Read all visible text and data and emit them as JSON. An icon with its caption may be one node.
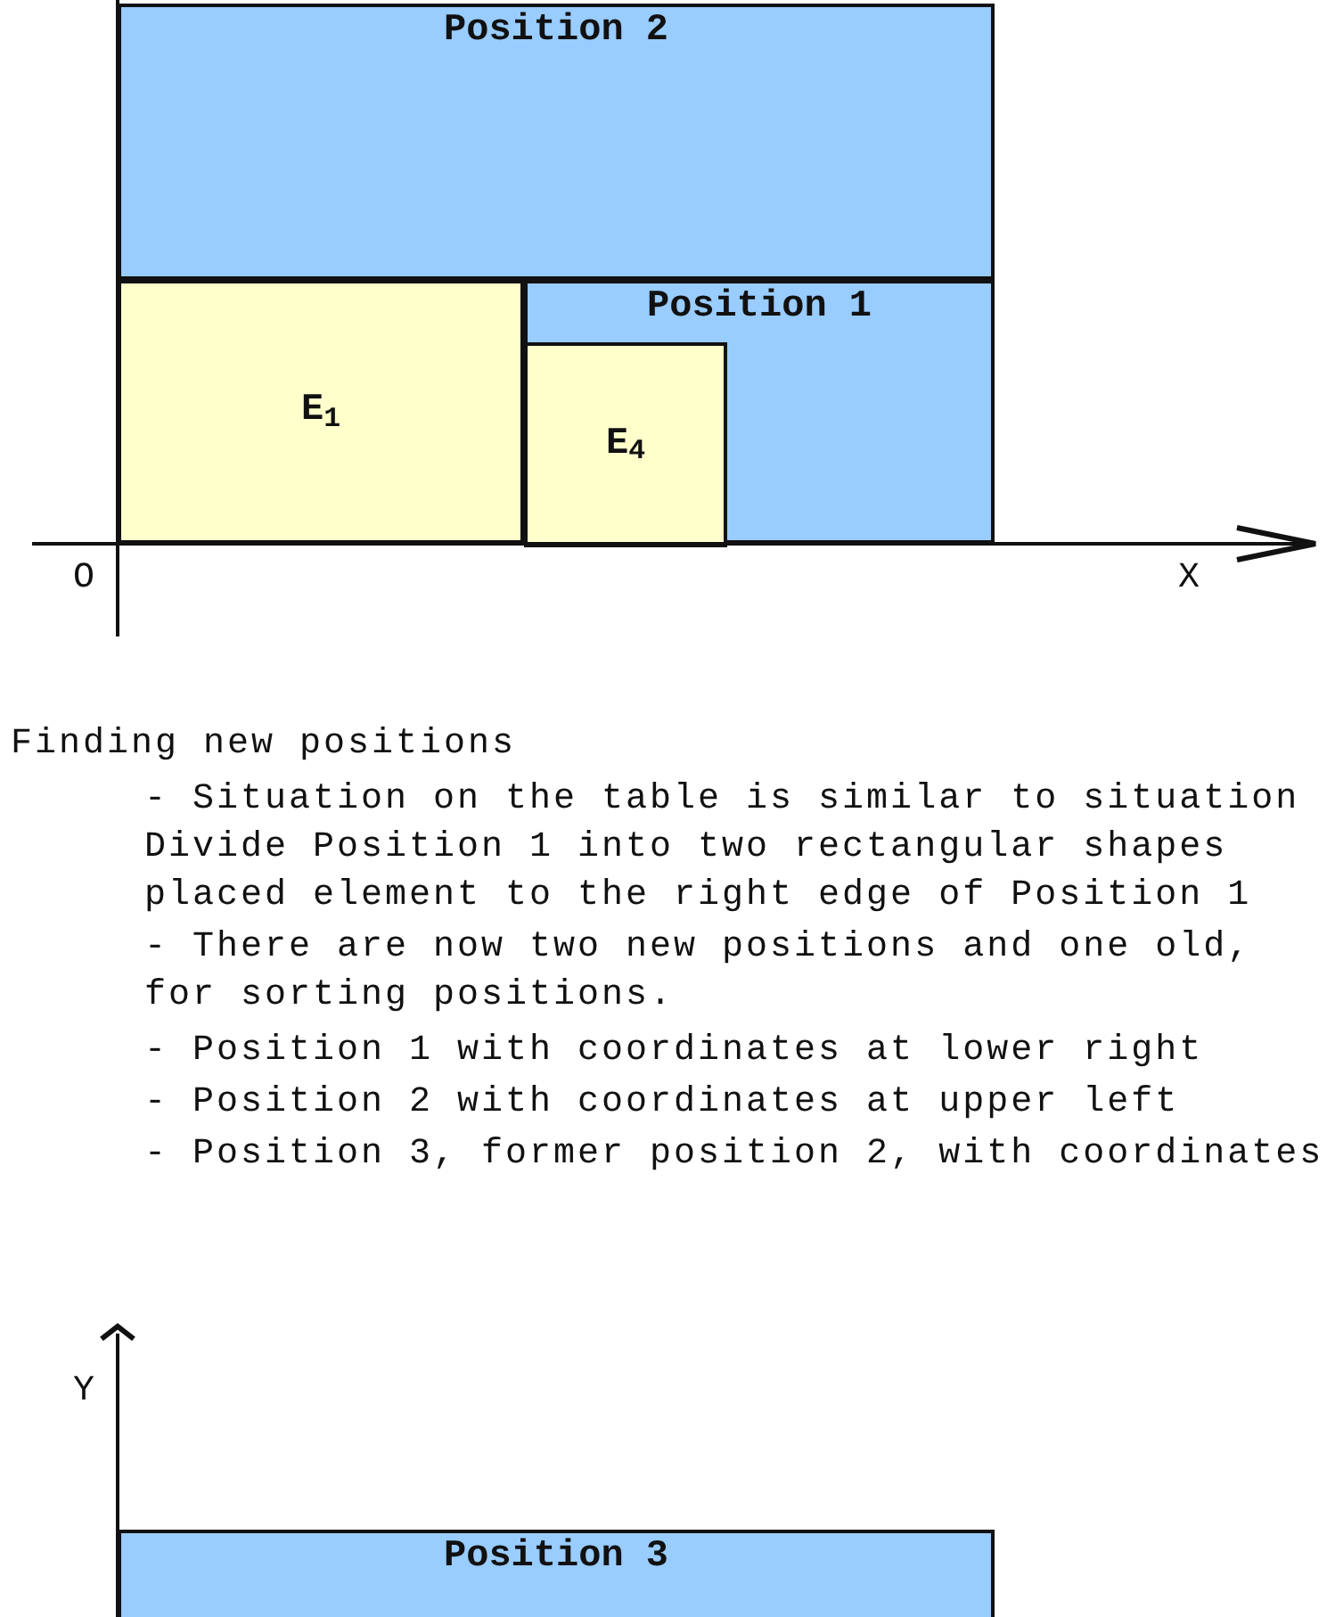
{
  "diagram": {
    "nodes": [
      {
        "text": [
          "Position 2"
        ]
      },
      {
        "text": [
          "E$_{1}$"
        ]
      },
      {
        "text": [
          "Position 1"
        ]
      },
      {
        "text": [
          "E$_{4}$"
        ],
        "in": 2
      },
      {
        "text": [
          "Position 3"
        ]
      }
    ],
    "labels": [
      "O",
      "X",
      "Finding new positions",
      "- Situation on the table is similar to situation",
      "Divide Position 1 into two rectangular shapes",
      "placed element to the right edge of Position 1",
      "- There are now two new positions and one old,",
      "for sorting positions.",
      "- Position 1 with coordinates at lower right",
      "- Position 2 with coordinates at upper left",
      "- Position 3, former position 2, with coordinates",
      "Y"
    ]
  }
}
